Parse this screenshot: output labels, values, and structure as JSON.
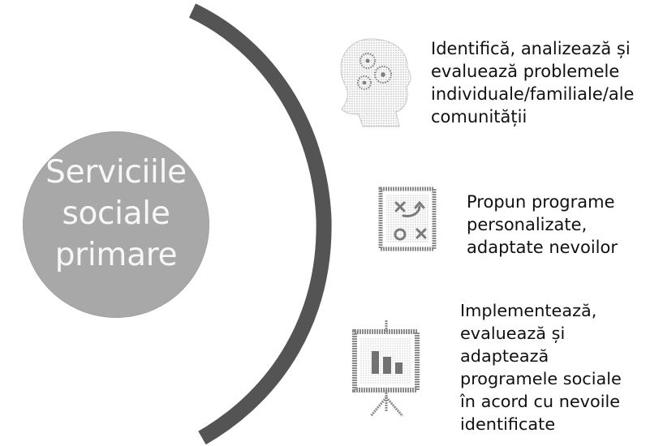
{
  "diagram": {
    "center": {
      "label": "Serviciile\nsociale\nprimare"
    },
    "items": [
      {
        "text": "Identifică, analizează și\nevaluează problemele\nindividuale/familiale/ale\ncomunității",
        "icon": "head-gears-icon"
      },
      {
        "text": "Propun programe\npersonalizate,\nadaptate nevoilor",
        "icon": "strategy-plan-icon"
      },
      {
        "text": "Implementează,\nevaluează și\nadaptează\nprogramele sociale\nîn acord cu nevoile\nidentificate",
        "icon": "presentation-chart-icon"
      }
    ],
    "colors": {
      "center_fill": "#a8a8a8",
      "center_text": "#f7f7f7",
      "arc": "#545454",
      "icon_gray": "#9a9a9a",
      "body_text": "#111111"
    }
  }
}
